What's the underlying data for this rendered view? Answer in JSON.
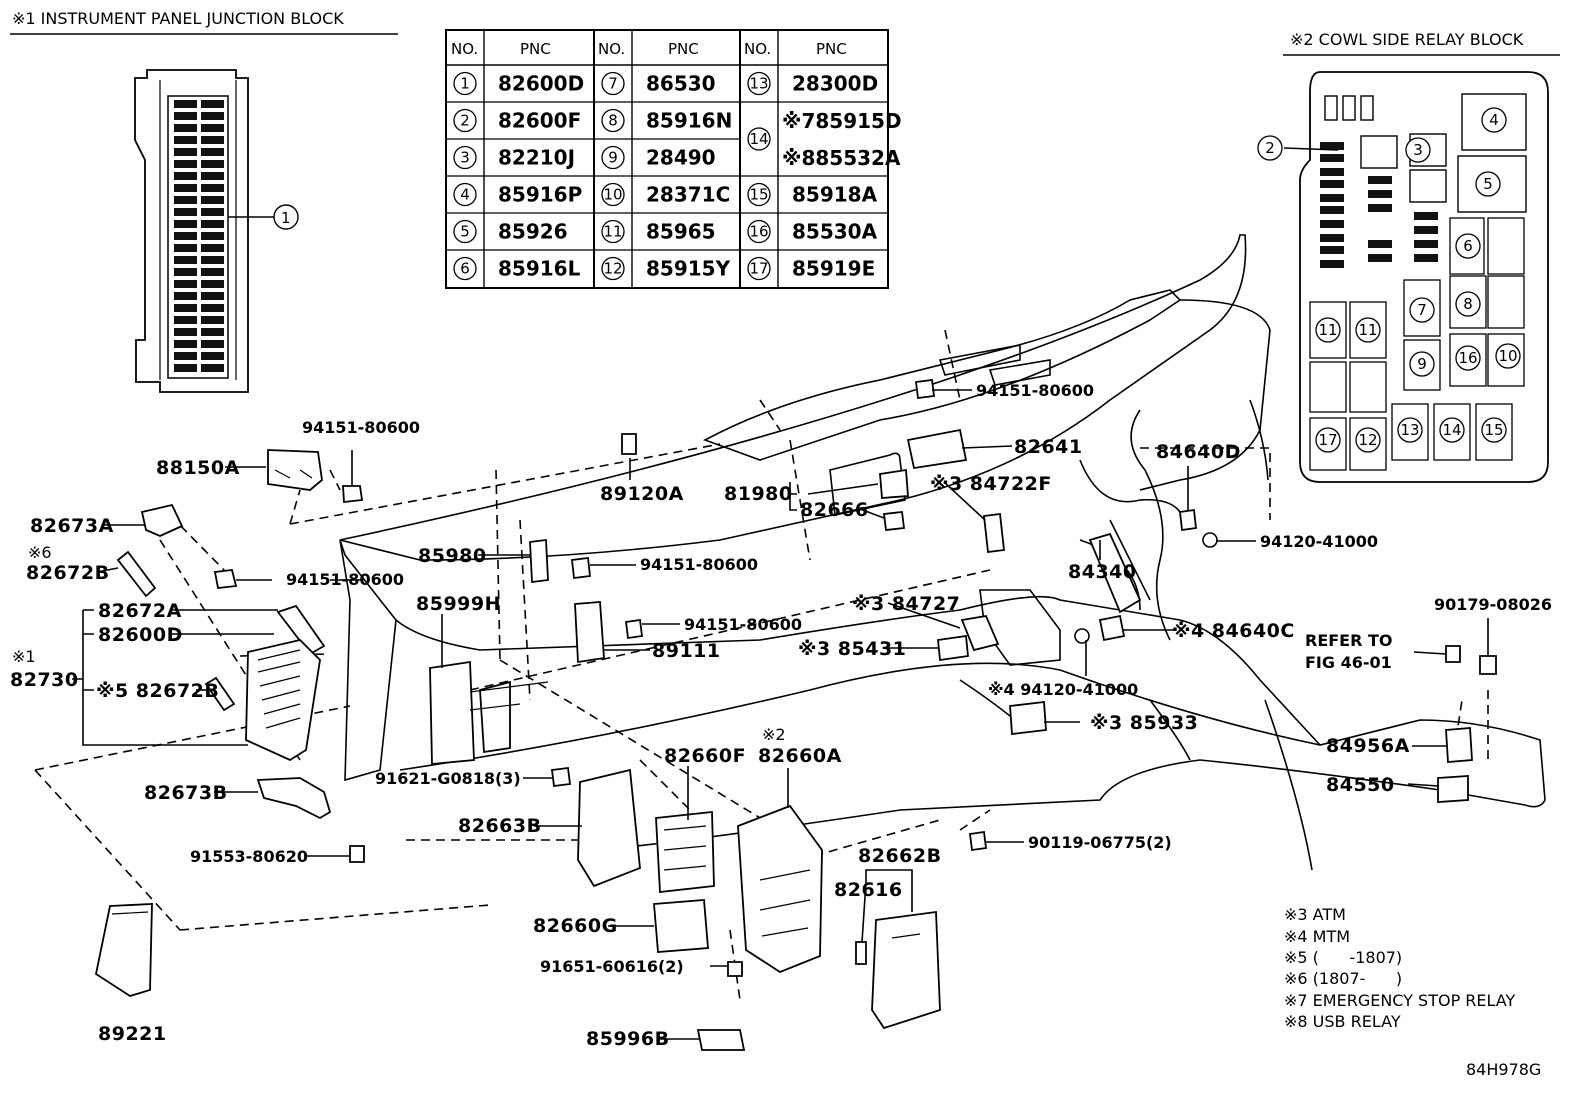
{
  "titles": {
    "ipjb": "※1 INSTRUMENT PANEL JUNCTION BLOCK",
    "cowl": "※2 COWL SIDE RELAY BLOCK"
  },
  "table": {
    "headers": [
      "NO.",
      "PNC",
      "NO.",
      "PNC",
      "NO.",
      "PNC"
    ],
    "col1": [
      {
        "no": "1",
        "pnc": "82600D"
      },
      {
        "no": "2",
        "pnc": "82600F"
      },
      {
        "no": "3",
        "pnc": "82210J"
      },
      {
        "no": "4",
        "pnc": "85916P"
      },
      {
        "no": "5",
        "pnc": "85926"
      },
      {
        "no": "6",
        "pnc": "85916L"
      }
    ],
    "col2": [
      {
        "no": "7",
        "pnc": "86530"
      },
      {
        "no": "8",
        "pnc": "85916N"
      },
      {
        "no": "9",
        "pnc": "28490"
      },
      {
        "no": "10",
        "pnc": "28371C"
      },
      {
        "no": "11",
        "pnc": "85965"
      },
      {
        "no": "12",
        "pnc": "85915Y"
      }
    ],
    "col3": [
      {
        "no": "13",
        "pnc": "28300D"
      },
      {
        "no": "14",
        "pnc_a": "※785915D",
        "pnc_b": "※885532A"
      },
      {
        "no": "15",
        "pnc": "85918A"
      },
      {
        "no": "16",
        "pnc": "85530A"
      },
      {
        "no": "17",
        "pnc": "85919E"
      }
    ]
  },
  "labels": {
    "p94151_a": "94151-80600",
    "p88150A": "88150A",
    "p82673A": "82673A",
    "note6": "※6",
    "p82672B_top": "82672B",
    "p94151_b": "94151-80600",
    "p82672A": "82672A",
    "p82600D": "82600D",
    "note1": "※1",
    "p82730": "82730",
    "note5_82672B": "※5 82672B",
    "p82673B": "82673B",
    "p91553": "91553-80620",
    "p89221": "89221",
    "p89120A": "89120A",
    "p85980": "85980",
    "p94151_c": "94151-80600",
    "p85999H": "85999H",
    "p94151_d": "94151-80600",
    "p89111": "89111",
    "p91621": "91621-G0818(3)",
    "p82660F": "82660F",
    "note2": "※2",
    "p82660A": "82660A",
    "p82663B": "82663B",
    "p82660G": "82660G",
    "p91651": "91651-60616(2)",
    "p85996B": "85996B",
    "p81980": "81980",
    "p82666": "82666",
    "p94151_e": "94151-80600",
    "p82641": "82641",
    "p84722F": "※3 84722F",
    "p84727": "※3 84727",
    "p85431": "※3 85431",
    "p94120_a": "※4 94120-41000",
    "p85933": "※3 85933",
    "p84340": "84340",
    "p84640D": "84640D",
    "p94120_b": "94120-41000",
    "p84640C": "※4 84640C",
    "p90179": "90179-08026",
    "refer": "REFER TO",
    "refer2": "FIG 46-01",
    "p84956A": "84956A",
    "p84550": "84550",
    "p90119": "90119-06775(2)",
    "p82662B": "82662B",
    "p82616": "82616"
  },
  "notes": [
    "※3 ATM",
    "※4 MTM",
    "※5 (      -1807)",
    "※6 (1807-      )",
    "※7 EMERGENCY STOP RELAY",
    "※8 USB RELAY"
  ],
  "figure_id": "84H978G",
  "callouts_ipjb": [
    "1"
  ],
  "callouts_cowl": [
    "2",
    "3",
    "4",
    "5",
    "6",
    "7",
    "8",
    "9",
    "10",
    "11",
    "11",
    "12",
    "13",
    "14",
    "15",
    "16",
    "17"
  ]
}
